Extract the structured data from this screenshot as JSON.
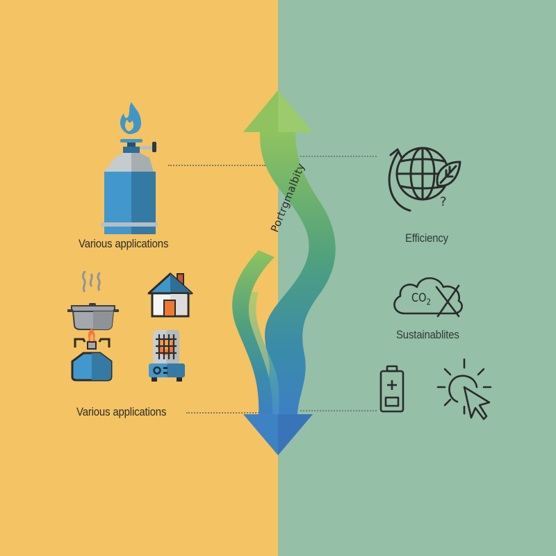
{
  "colors": {
    "left_background": "#f4c363",
    "right_background": "#95bfa7",
    "arrow_top": "#8ec35f",
    "arrow_middle": "#4fa07e",
    "arrow_bottom": "#3d82c2",
    "icon_blue": "#3f97c8",
    "icon_dark_blue": "#2f6e97",
    "icon_line": "#2b2b2b",
    "flame_orange": "#f07a3a"
  },
  "left_panel": {
    "top_item": {
      "icon": "gas-canister-burner-icon",
      "label": "Various applications"
    },
    "icons_grid": [
      {
        "icon": "cooking-pot-icon"
      },
      {
        "icon": "house-icon"
      },
      {
        "icon": "camping-stove-icon"
      },
      {
        "icon": "space-heater-icon"
      }
    ],
    "bottom_item": {
      "label": "Various applications"
    }
  },
  "center_arrow": {
    "icon": "double-headed-wavy-arrow",
    "label": "Portrgmalbity"
  },
  "right_panel": {
    "items": [
      {
        "icon": "globe-leaf-cycle-icon",
        "label": "Efficiency"
      },
      {
        "icon": "cloud-co2-crossed-icon",
        "label": "Sustainablites",
        "co2_text": "CO",
        "co2_sub": "2"
      },
      {
        "icon": "battery-icon"
      },
      {
        "icon": "click-cursor-icon"
      }
    ],
    "globe_question_mark": "?"
  }
}
